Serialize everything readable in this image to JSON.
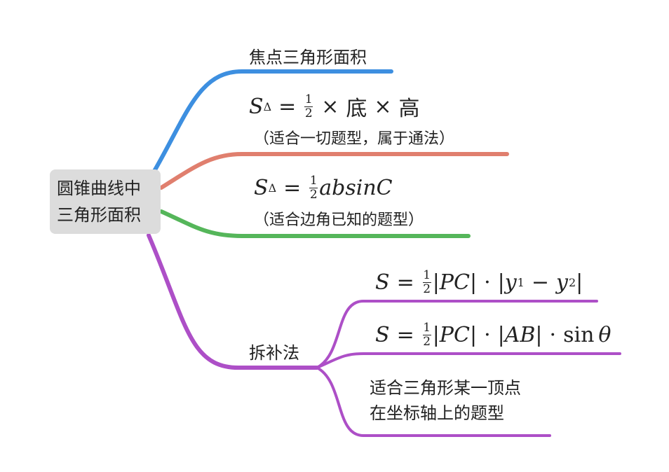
{
  "root": {
    "line1": "圆锥曲线中",
    "line2": "三角形面积"
  },
  "branch_focal": {
    "label": "焦点三角形面积",
    "formula": {
      "S": "S",
      "sub": "Δ",
      "eq": "=",
      "num": "1",
      "den": "2",
      "times1": "×",
      "word1": "底",
      "times2": "×",
      "word2": "高"
    },
    "note": "（适合一切题型，属于通法）"
  },
  "branch_sine": {
    "formula": {
      "S": "S",
      "sub": "Δ",
      "eq": "=",
      "num": "1",
      "den": "2",
      "expr": "absinC"
    },
    "note": "（适合边角已知的题型）"
  },
  "branch_split": {
    "label": "拆补法",
    "formula1": {
      "S": "S",
      "eq": "=",
      "num": "1",
      "den": "2",
      "pc": "|PC|",
      "dot": "·",
      "abs_open": "|y",
      "sub1": "1",
      "minus": "−",
      "y2": "y",
      "sub2": "2",
      "abs_close": "|"
    },
    "formula2": {
      "S": "S",
      "eq": "=",
      "num": "1",
      "den": "2",
      "pc": "|PC|",
      "dot1": "·",
      "ab": "|AB|",
      "dot2": "·",
      "sin": "sin",
      "theta": "θ"
    },
    "note_line1": "适合三角形某一顶点",
    "note_line2": "在坐标轴上的题型"
  },
  "colors": {
    "blue": "#3d8fe0",
    "salmon": "#e07f6e",
    "green": "#55b65a",
    "purple": "#ad4fc7",
    "root_bg": "#dcdcdc"
  }
}
